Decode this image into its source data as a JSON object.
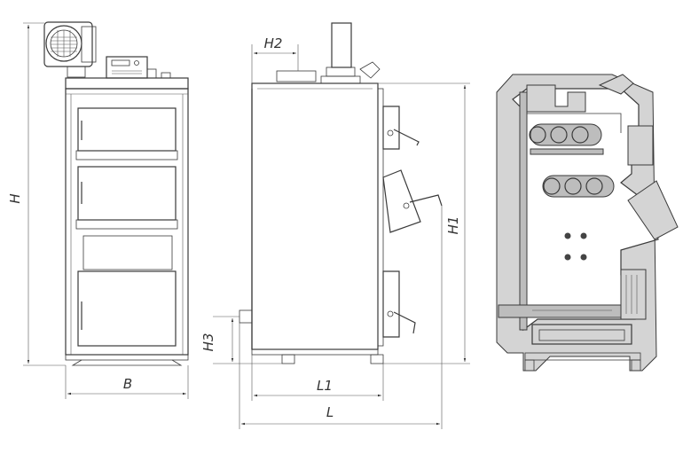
{
  "dimensions": {
    "H": "H",
    "B": "B",
    "H1": "H1",
    "H2": "H2",
    "H3": "H3",
    "L1": "L1",
    "L": "L"
  }
}
